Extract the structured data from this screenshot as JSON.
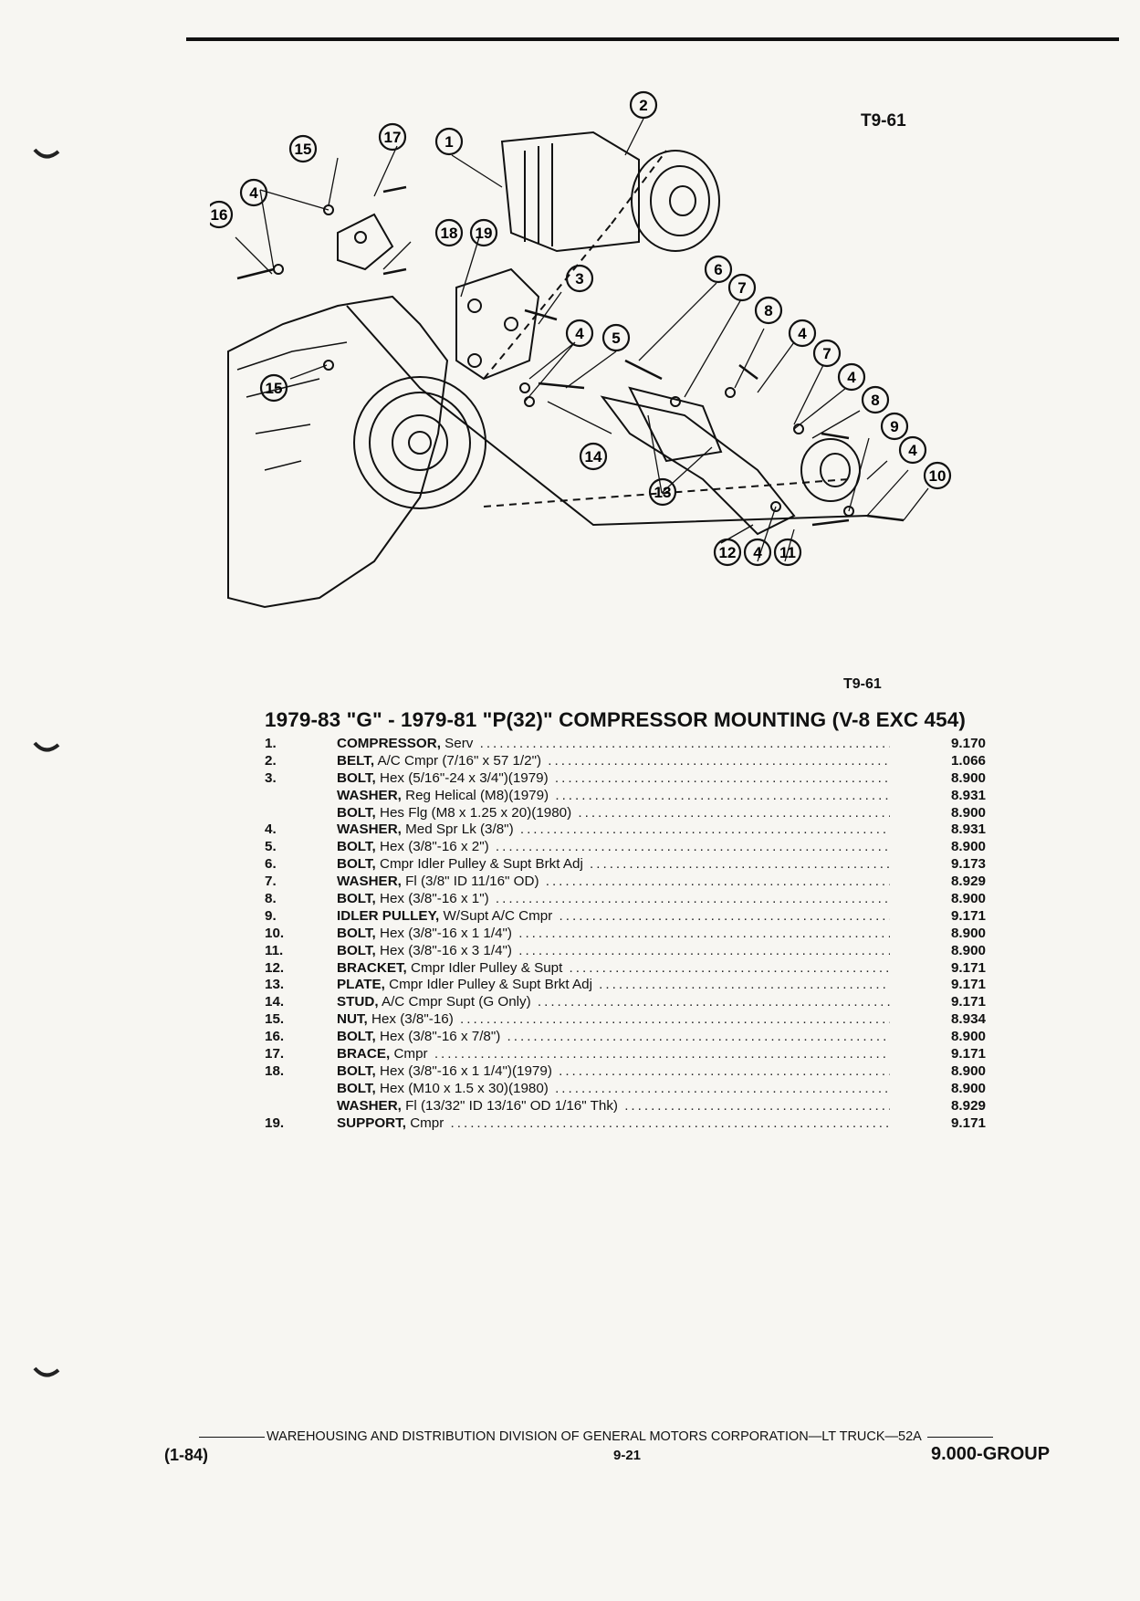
{
  "figure_code_top": "T9-61",
  "figure_code_bottom": "T9-61",
  "title": "1979-83 \"G\" - 1979-81 \"P(32)\" COMPRESSOR MOUNTING (V-8 EXC 454)",
  "parts": [
    {
      "num": "1.",
      "name": "COMPRESSOR,",
      "desc": "Serv",
      "group": "9.170"
    },
    {
      "num": "2.",
      "name": "BELT,",
      "desc": "A/C Cmpr (7/16\" x 57 1/2\")",
      "group": "1.066"
    },
    {
      "num": "3.",
      "name": "BOLT,",
      "desc": "Hex (5/16\"-24 x 3/4\")(1979)",
      "group": "8.900"
    },
    {
      "num": "",
      "name": "WASHER,",
      "desc": "Reg Helical (M8)(1979)",
      "group": "8.931"
    },
    {
      "num": "",
      "name": "BOLT,",
      "desc": "Hes Flg (M8 x 1.25 x 20)(1980)",
      "group": "8.900"
    },
    {
      "num": "4.",
      "name": "WASHER,",
      "desc": "Med Spr Lk (3/8\")",
      "group": "8.931"
    },
    {
      "num": "5.",
      "name": "BOLT,",
      "desc": "Hex (3/8\"-16 x 2\")",
      "group": "8.900"
    },
    {
      "num": "6.",
      "name": "BOLT,",
      "desc": "Cmpr Idler Pulley & Supt Brkt Adj",
      "group": "9.173"
    },
    {
      "num": "7.",
      "name": "WASHER,",
      "desc": "Fl (3/8\" ID 11/16\" OD)",
      "group": "8.929"
    },
    {
      "num": "8.",
      "name": "BOLT,",
      "desc": "Hex (3/8\"-16 x 1\")",
      "group": "8.900"
    },
    {
      "num": "9.",
      "name": "IDLER PULLEY,",
      "desc": "W/Supt A/C Cmpr",
      "group": "9.171"
    },
    {
      "num": "10.",
      "name": "BOLT,",
      "desc": "Hex (3/8\"-16 x 1 1/4\")",
      "group": "8.900"
    },
    {
      "num": "11.",
      "name": "BOLT,",
      "desc": "Hex (3/8\"-16 x 3 1/4\")",
      "group": "8.900"
    },
    {
      "num": "12.",
      "name": "BRACKET,",
      "desc": "Cmpr Idler Pulley & Supt",
      "group": "9.171"
    },
    {
      "num": "13.",
      "name": "PLATE,",
      "desc": "Cmpr Idler Pulley & Supt Brkt Adj",
      "group": "9.171"
    },
    {
      "num": "14.",
      "name": "STUD,",
      "desc": "A/C Cmpr Supt (G Only)",
      "group": "9.171"
    },
    {
      "num": "15.",
      "name": "NUT,",
      "desc": "Hex (3/8\"-16)",
      "group": "8.934"
    },
    {
      "num": "16.",
      "name": "BOLT,",
      "desc": "Hex (3/8\"-16 x 7/8\")",
      "group": "8.900"
    },
    {
      "num": "17.",
      "name": "BRACE,",
      "desc": "Cmpr",
      "group": "9.171"
    },
    {
      "num": "18.",
      "name": "BOLT,",
      "desc": "Hex (3/8\"-16 x 1 1/4\")(1979)",
      "group": "8.900"
    },
    {
      "num": "",
      "name": "BOLT,",
      "desc": "Hex (M10 x 1.5 x 30)(1980)",
      "group": "8.900"
    },
    {
      "num": "",
      "name": "WASHER,",
      "desc": "Fl (13/32\" ID 13/16\" OD 1/16\" Thk)",
      "group": "8.929"
    },
    {
      "num": "19.",
      "name": "SUPPORT,",
      "desc": "Cmpr",
      "group": "9.171"
    }
  ],
  "callouts": [
    "1",
    "2",
    "3",
    "4",
    "5",
    "6",
    "7",
    "8",
    "9",
    "10",
    "11",
    "12",
    "13",
    "14",
    "15",
    "16",
    "17",
    "18",
    "19"
  ],
  "footer": {
    "division_line": "WAREHOUSING AND DISTRIBUTION DIVISION OF GENERAL MOTORS CORPORATION—LT TRUCK—52A",
    "date_code": "(1-84)",
    "page_number": "9-21",
    "group": "9.000-GROUP"
  }
}
